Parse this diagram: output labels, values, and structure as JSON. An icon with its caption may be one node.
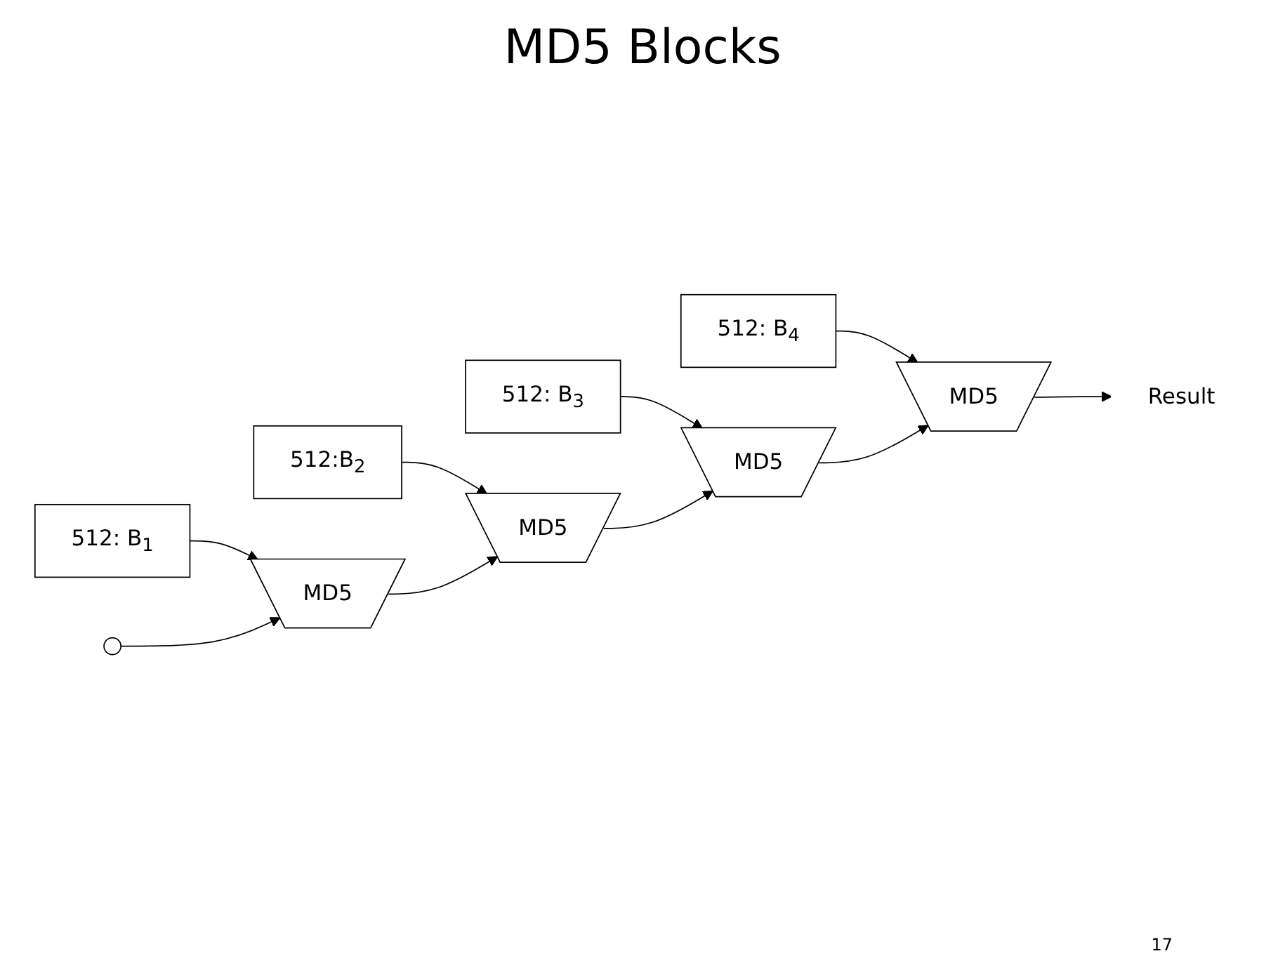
{
  "diagram": {
    "title": "MD5 Blocks",
    "nodes": [
      {
        "text": [
          "512: B$_{1}$"
        ]
      },
      {
        "text": [],
        "shape": "circle"
      },
      {
        "text": [
          "MD5"
        ]
      },
      {
        "text": [
          "512:B$_{2}$"
        ]
      },
      {
        "text": [
          "MD5"
        ]
      },
      {
        "text": [
          "512: B$_{3}$"
        ]
      },
      {
        "text": [
          "MD5"
        ]
      },
      {
        "text": [
          "512: B$_{4}$"
        ]
      },
      {
        "text": [
          "MD5"
        ]
      },
      {
        "text": [
          "Result"
        ]
      }
    ],
    "edges": [
      {
        "from": 0,
        "to": 2,
        "arrow": "to"
      },
      {
        "from": 1,
        "to": 2,
        "arrow": "to"
      },
      {
        "from": 3,
        "to": 4,
        "arrow": "to"
      },
      {
        "from": 2,
        "to": 4,
        "arrow": "to"
      },
      {
        "from": 5,
        "to": 6,
        "arrow": "to"
      },
      {
        "from": 4,
        "to": 6,
        "arrow": "to"
      },
      {
        "from": 7,
        "to": 8,
        "arrow": "to"
      },
      {
        "from": 6,
        "to": 8,
        "arrow": "to"
      },
      {
        "from": 8,
        "to": 9,
        "arrow": "to"
      }
    ],
    "labels": [
      "17"
    ]
  }
}
